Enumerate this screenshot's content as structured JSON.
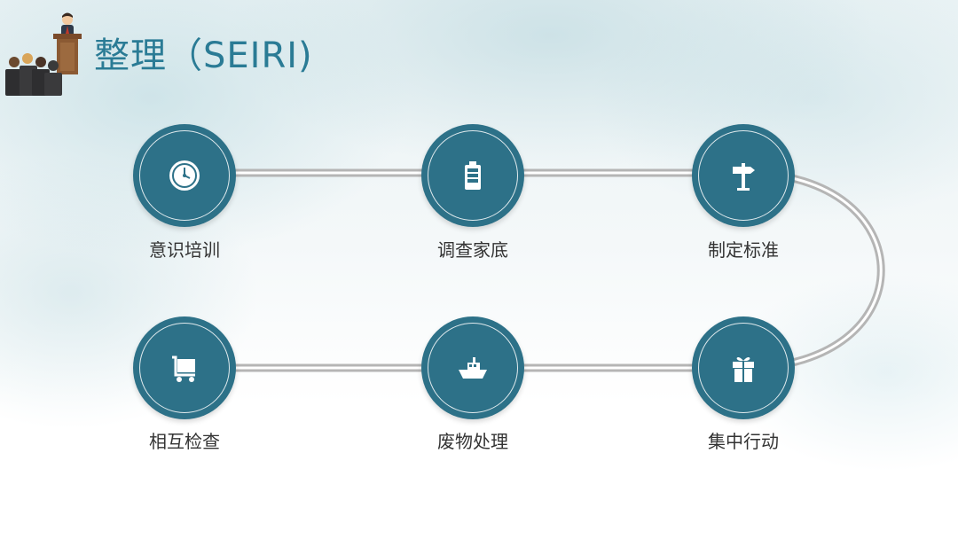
{
  "title": "整理（SEIRI)",
  "steps": [
    {
      "label": "意识培训",
      "icon": "clock-icon"
    },
    {
      "label": "调查家底",
      "icon": "battery-icon"
    },
    {
      "label": "制定标准",
      "icon": "signpost-icon"
    },
    {
      "label": "集中行动",
      "icon": "gift-icon"
    },
    {
      "label": "废物处理",
      "icon": "ship-icon"
    },
    {
      "label": "相互检查",
      "icon": "cart-icon"
    }
  ],
  "colors": {
    "title": "#2a7b95",
    "node": "#2d7188",
    "track": "#b8b8b8"
  }
}
